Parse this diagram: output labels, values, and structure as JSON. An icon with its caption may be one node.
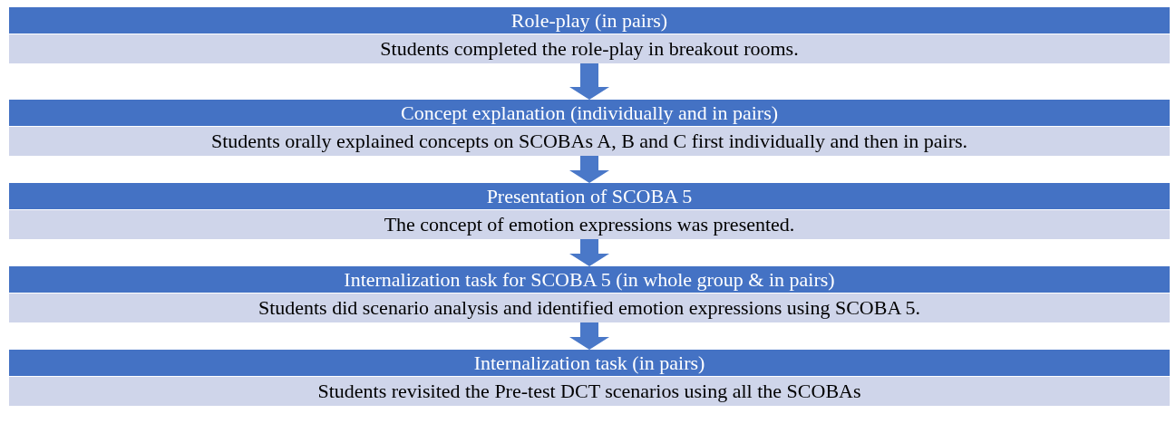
{
  "diagram": {
    "nodes": [
      {
        "text": [
          "Role-play (in pairs)",
          "Students completed the role-play in breakout rooms."
        ]
      },
      {
        "text": [
          "Concept explanation (individually and in pairs)",
          "Students orally explained concepts on SCOBAs A, B and C first individually and then in pairs."
        ]
      },
      {
        "text": [
          "Presentation of SCOBA 5",
          "The concept of emotion expressions was presented."
        ]
      },
      {
        "text": [
          "Internalization task for SCOBA 5 (in whole group & in pairs)",
          "Students did scenario analysis and identified emotion expressions using SCOBA 5."
        ]
      },
      {
        "text": [
          "Internalization task (in pairs)",
          "Students revisited the Pre-test DCT scenarios using all the SCOBAs"
        ]
      }
    ],
    "edges": [
      {
        "from": 0,
        "to": 1,
        "arrow": "to"
      },
      {
        "from": 1,
        "to": 2,
        "arrow": "to"
      },
      {
        "from": 2,
        "to": 3,
        "arrow": "to"
      },
      {
        "from": 3,
        "to": 4,
        "arrow": "to"
      }
    ]
  }
}
